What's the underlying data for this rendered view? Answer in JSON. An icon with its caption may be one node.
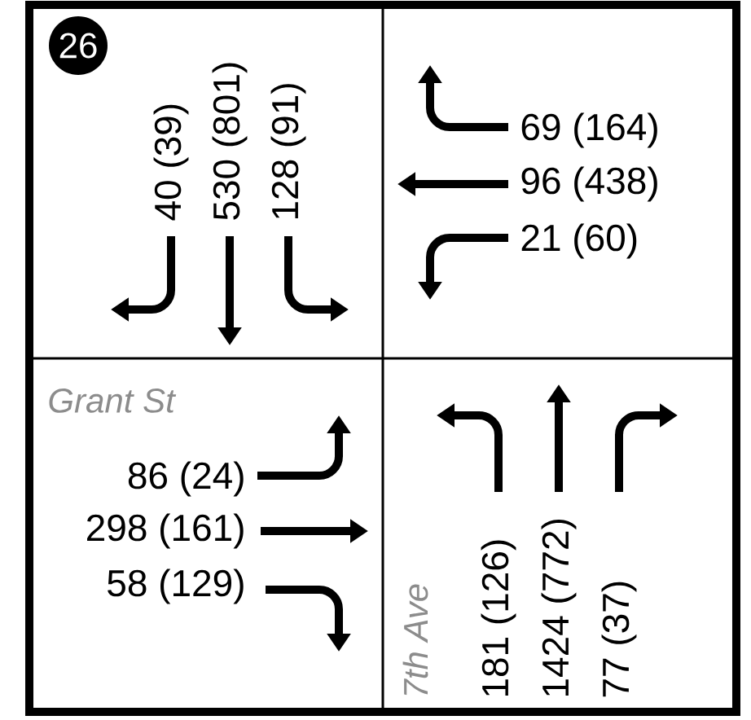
{
  "diagram": {
    "nodes": [
      {
        "text": [
          "26"
        ]
      }
    ],
    "labels": [
      "40 (39)",
      "530 (801)",
      "128 (91)",
      "69 (164)",
      "96 (438)",
      "21 (60)",
      "Grant St",
      "86 (24)",
      "298 (161)",
      "58 (129)",
      "7th Ave",
      "181 (126)",
      "1424 (772)",
      "77 (37)"
    ]
  }
}
